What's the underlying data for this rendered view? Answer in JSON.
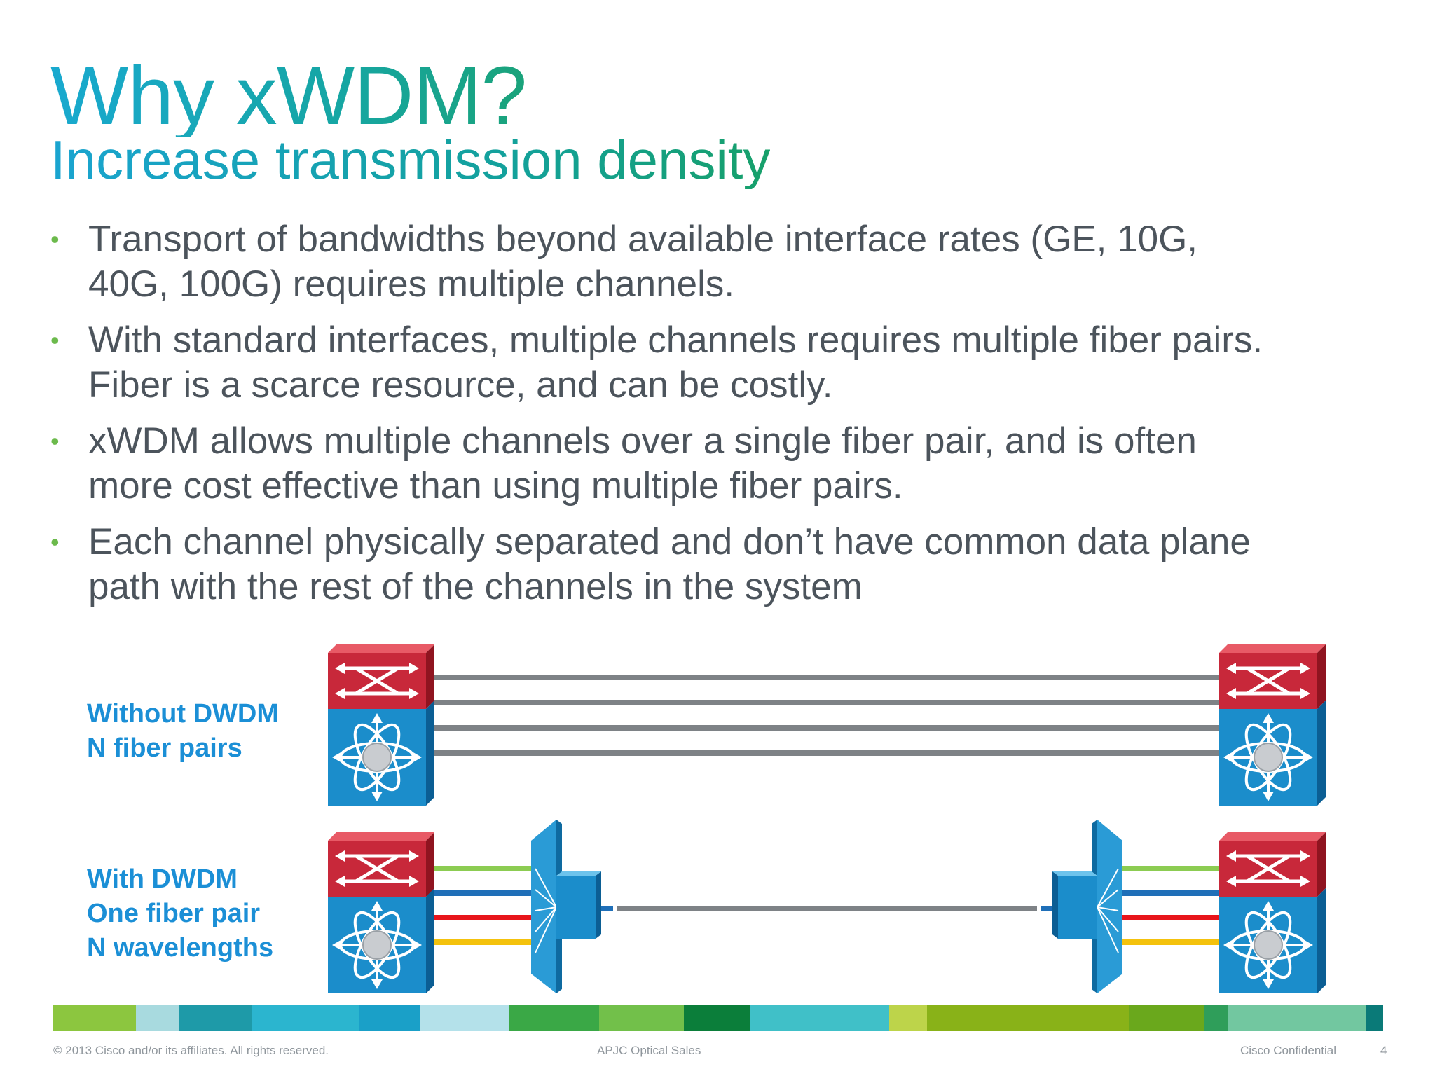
{
  "title": "Why xWDM?",
  "subtitle": "Increase transmission density",
  "bullets": [
    {
      "line1": "Transport of bandwidths beyond available interface rates (GE, 10G,",
      "line2": "40G, 100G) requires multiple channels."
    },
    {
      "line1": "With standard interfaces, multiple channels requires multiple fiber pairs.",
      "line2": "Fiber is a scarce resource, and can be costly."
    },
    {
      "line1": "xWDM allows multiple channels over a single fiber pair, and is often",
      "line2": "more cost effective than using multiple fiber pairs."
    },
    {
      "line1": "Each channel physically separated and don’t have common data plane",
      "line2": "path with the rest of the channels in the system"
    }
  ],
  "bullet_glyph": "•",
  "diagram": {
    "without": {
      "line1": "Without DWDM",
      "line2": "N fiber pairs"
    },
    "with": {
      "line1": "With DWDM",
      "line2": "One fiber pair",
      "line3": "N wavelengths"
    },
    "colors": {
      "router_red": "#c8283a",
      "switch_blue": "#1b8dcb",
      "fiber_gray": "#7e8286",
      "lambda_green": "#8ccc52",
      "lambda_blue": "#1f6fb8",
      "lambda_red": "#e8151b",
      "lambda_yellow": "#f4c20d",
      "mux_blue": "#2a9bd6"
    }
  },
  "footer": {
    "copyright": "© 2013 Cisco and/or its affiliates. All rights reserved.",
    "center": "APJC Optical Sales",
    "confidential": "Cisco Confidential",
    "page": "4"
  },
  "colorbar": [
    "#8cc63f",
    "#a8dadf",
    "#1e9aa8",
    "#2bb5cf",
    "#1aa0c8",
    "#b4e1ea",
    "#3aa846",
    "#72c04a",
    "#0b7e3a",
    "#40c0c8",
    "#bdd44a",
    "#89b218",
    "#6aa81c",
    "#2f9e5a",
    "#72c7a0",
    "#0a7a78"
  ]
}
